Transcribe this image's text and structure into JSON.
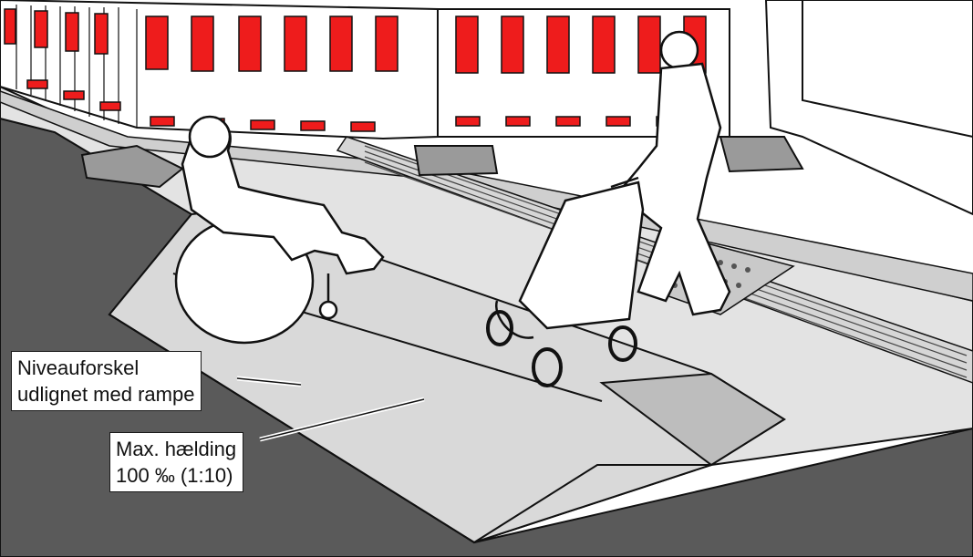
{
  "colors": {
    "asphalt": "#5a5a5a",
    "pavement": "#e3e3e3",
    "ramp": "#d9d9d9",
    "barrier_red": "#ee1c1c",
    "outline": "#111111",
    "figure_fill": "#ffffff"
  },
  "labels": {
    "ramp_label_line1": "Niveauforskel",
    "ramp_label_line2": "udlignet med rampe",
    "slope_label_line1": "Max. hælding",
    "slope_label_line2": "100 ‰ (1:10)"
  },
  "elements": {
    "barrier": "red-white-construction-barrier",
    "person_1": "wheelchair-user-silhouette",
    "person_2": "pedestrian-with-shopping-trolley-silhouette",
    "tactile_paving": "tactile-guidance-strip"
  }
}
